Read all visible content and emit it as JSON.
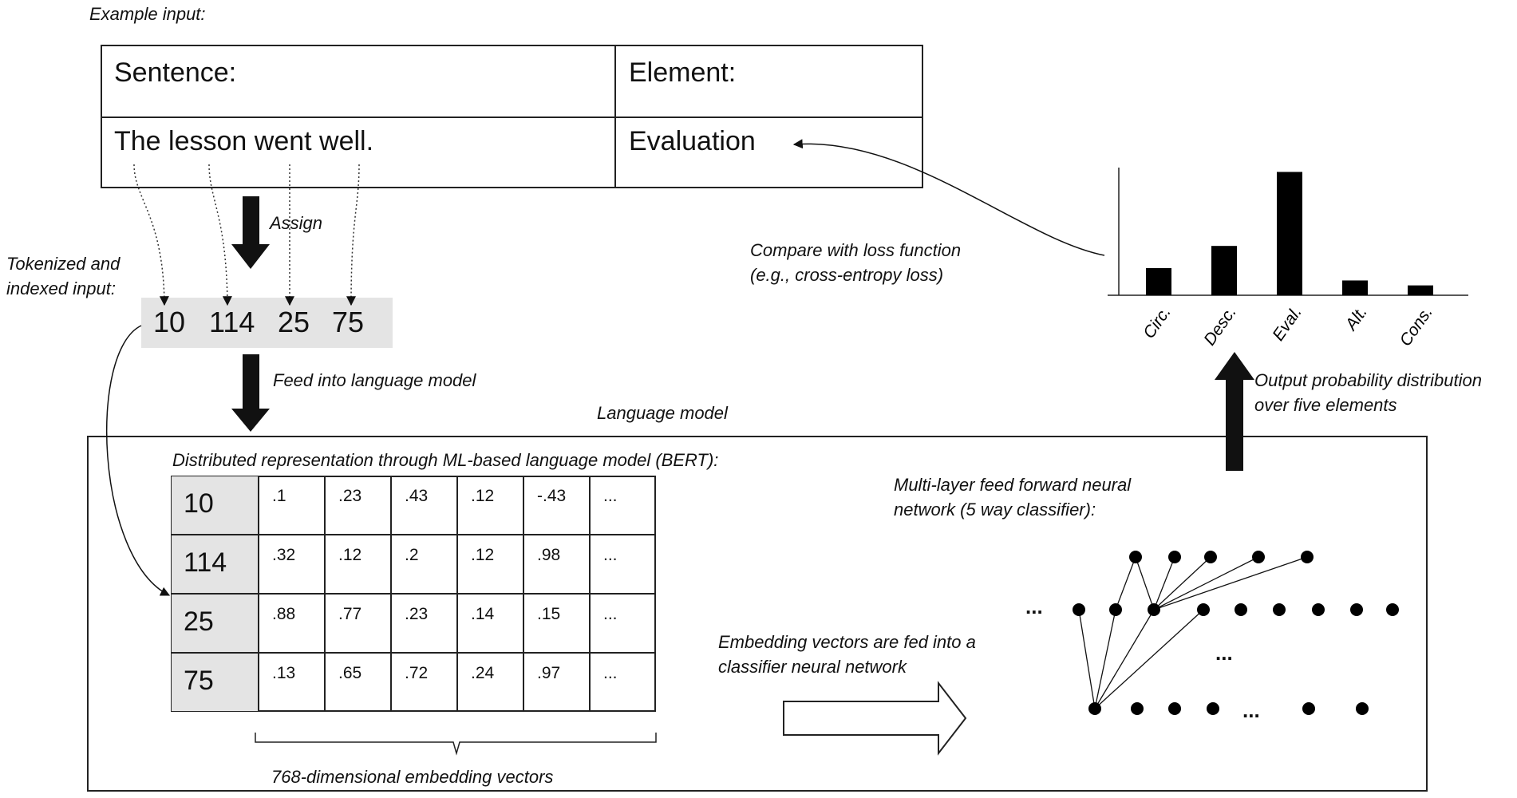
{
  "labels": {
    "example_input": "Example input:",
    "tokenized": "Tokenized and",
    "tokenized2": "indexed input:",
    "assign": "Assign",
    "feed": "Feed into language model",
    "language_model": "Language model",
    "distributed": "Distributed representation through ML-based language model (BERT):",
    "embedding_dims": "768-dimensional embedding vectors",
    "embedding_fed_1": "Embedding vectors are fed into a",
    "embedding_fed_2": "classifier neural network",
    "mlp_1": "Multi-layer feed forward neural",
    "mlp_2": "network (5 way classifier):",
    "output_1": "Output probability distribution",
    "output_2": "over five elements",
    "compare_1": "Compare with loss function",
    "compare_2": "(e.g., cross-entropy loss)"
  },
  "input_table": {
    "col1_header": "Sentence:",
    "col2_header": "Element:",
    "col1_value": "The lesson went well.",
    "col2_value": "Evaluation"
  },
  "tokens": [
    "10",
    "114",
    "25",
    "75"
  ],
  "embedding_table": {
    "rows": [
      {
        "key": "10",
        "values": [
          ".1",
          ".23",
          ".43",
          ".12",
          "-.43",
          "..."
        ]
      },
      {
        "key": "114",
        "values": [
          ".32",
          ".12",
          ".2",
          ".12",
          ".98",
          "..."
        ]
      },
      {
        "key": "25",
        "values": [
          ".88",
          ".77",
          ".23",
          ".14",
          ".15",
          "..."
        ]
      },
      {
        "key": "75",
        "values": [
          ".13",
          ".65",
          ".72",
          ".24",
          ".97",
          "..."
        ]
      }
    ]
  },
  "network": {
    "ellipsis": "..."
  },
  "chart_data": {
    "type": "bar",
    "categories": [
      "Circ.",
      "Desc.",
      "Eval.",
      "Alt.",
      "Cons."
    ],
    "values": [
      0.22,
      0.4,
      1.0,
      0.12,
      0.08
    ],
    "title": "",
    "xlabel": "",
    "ylabel": "",
    "ylim": [
      0,
      1.1
    ]
  },
  "colors": {
    "token_bg": "#e4e4e4",
    "key_bg": "#e4e4e4",
    "line": "#111111"
  }
}
